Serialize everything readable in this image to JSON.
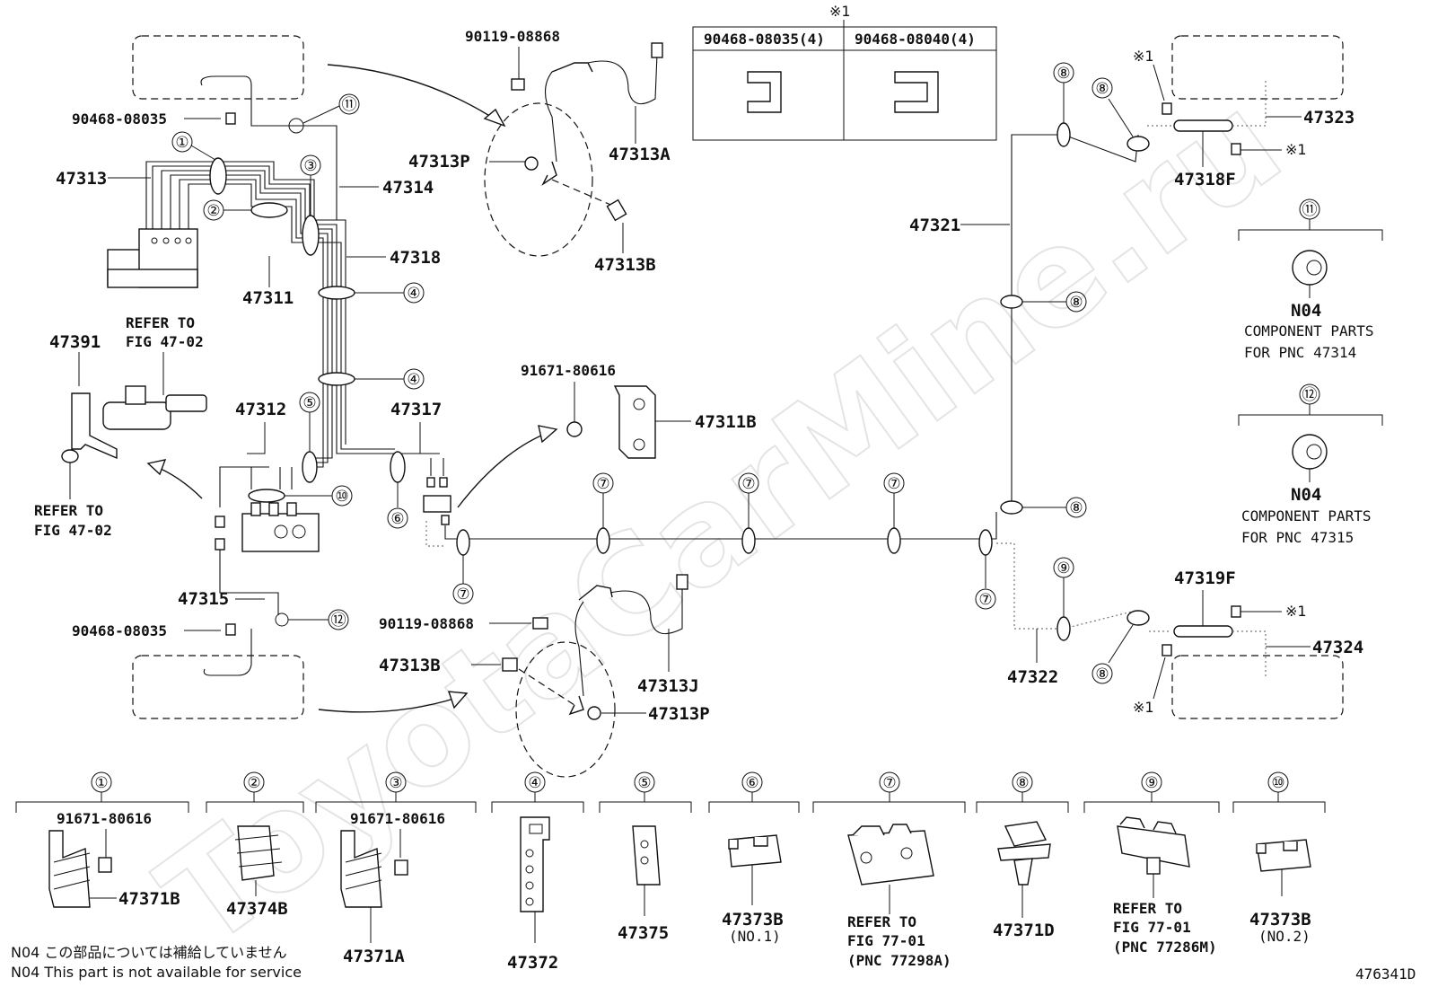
{
  "watermark": "ToyotaCarMine.ru",
  "figure_id": "476341D",
  "note_mark": "※1",
  "table": {
    "col1": "90468-08035(4)",
    "col2": "90468-08040(4)"
  },
  "parts": {
    "p47313": "47313",
    "p47311": "47311",
    "p47312": "47312",
    "p47314": "47314",
    "p47318": "47318",
    "p47317": "47317",
    "p47315": "47315",
    "p47391": "47391",
    "p47313P_top": "47313P",
    "p47313A": "47313A",
    "p47313B_top": "47313B",
    "p47311B": "47311B",
    "p47313B_bot": "47313B",
    "p47313J": "47313J",
    "p47313P_bot": "47313P",
    "p47321": "47321",
    "p47322": "47322",
    "p47323": "47323",
    "p47318F": "47318F",
    "p47319F": "47319F",
    "p47324": "47324",
    "p90468_top": "90468-08035",
    "p90468_bot": "90468-08035",
    "p90119_top": "90119-08868",
    "p90119_bot": "90119-08868",
    "p91671_mid": "91671-80616"
  },
  "refer_labels": {
    "refer_to": "REFER TO",
    "fig_4702": "FIG 47-02",
    "fig_7701": "FIG 77-01",
    "pnc_77298a": "(PNC 77298A)",
    "pnc_77286m": "(PNC 77286M)"
  },
  "callouts": {
    "c1": "①",
    "c2": "②",
    "c3": "③",
    "c4": "④",
    "c5": "⑤",
    "c6": "⑥",
    "c7": "⑦",
    "c8": "⑧",
    "c9": "⑨",
    "c10": "⑩",
    "c11": "⑪",
    "c12": "⑫"
  },
  "component_boxes": {
    "n04": "N04",
    "component_parts": "COMPONENT PARTS",
    "for_pnc_47314": "FOR PNC 47314",
    "for_pnc_47315": "FOR PNC 47315"
  },
  "bottom_row": {
    "b91671_1": "91671-80616",
    "b47371B": "47371B",
    "b47374B": "47374B",
    "b91671_3": "91671-80616",
    "b47371A": "47371A",
    "b47372": "47372",
    "b47375": "47375",
    "b47373B_1": "47373B",
    "no1": "(NO.1)",
    "b47371D": "47371D",
    "b47373B_2": "47373B",
    "no2": "(NO.2)"
  },
  "footnote": {
    "jp": "N04 この部品については補給していません",
    "en": "N04 This part is not available for service"
  }
}
